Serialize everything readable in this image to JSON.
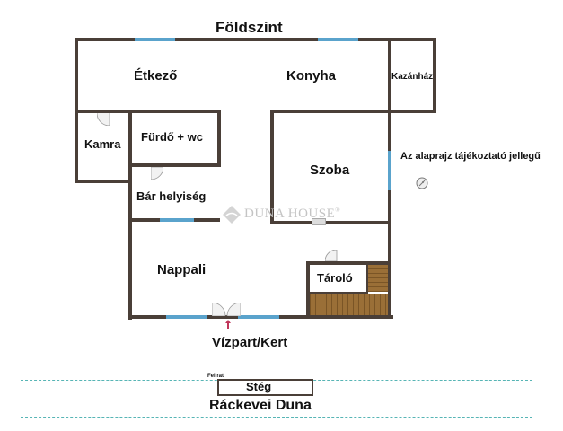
{
  "header": {
    "title": "Földszint"
  },
  "rooms": {
    "etkezo": "Étkező",
    "konyha": "Konyha",
    "kazanhaz": "Kazánház",
    "kamra": "Kamra",
    "furdo": "Fürdő + wc",
    "bar": "Bár helyiség",
    "szoba": "Szoba",
    "nappali": "Nappali",
    "tarolo": "Tároló"
  },
  "notes": {
    "disclaimer": "Az alaprajz tájékoztató jellegű",
    "entrance": "Vízpart/Kert",
    "stég": "Stég",
    "felirat": "Felirat",
    "river": "Ráckevei Duna"
  },
  "watermark": {
    "text": "DUNA HOUSE",
    "registered": "®"
  },
  "icons": {
    "compass": "compass-icon",
    "entrance_arrow": "arrow-up-icon",
    "logo": "duna-house-logo-icon"
  },
  "colors": {
    "wall": "#4a3f38",
    "window": "#5aa3cc",
    "stairs": "#9a6f37",
    "water_line": "#57b5b5",
    "entrance_arrow": "#c0365a"
  }
}
